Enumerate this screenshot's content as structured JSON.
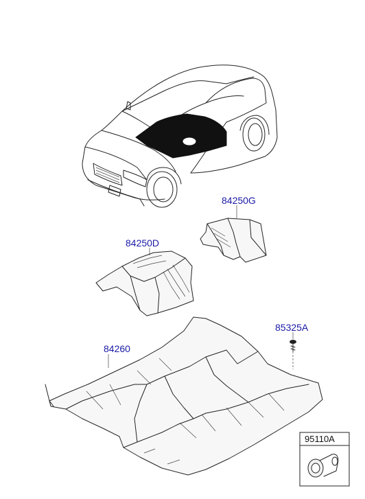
{
  "parts": {
    "carpet_insulator_top": "84250G",
    "carpet_insulator_front": "84250D",
    "floor_carpet": "84260",
    "clip": "85325A",
    "grommet": "95110A"
  }
}
